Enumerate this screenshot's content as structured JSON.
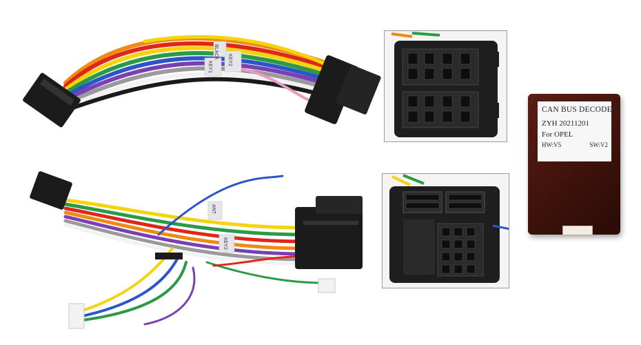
{
  "decoder": {
    "title": "CAN BUS DECODER",
    "code": "ZYH  20211201",
    "model": "For  OPEL",
    "hw": "HW:V5",
    "sw": "SW:V2"
  },
  "harness_top": {
    "tag_left": "BLACK",
    "tag_key1": "KEY1",
    "tag_key2": "KEY2"
  },
  "harness_bottom": {
    "tag_ant": "ANT",
    "tag_key2": "KEY2"
  },
  "colors": {
    "wire_red": "#e0261b",
    "wire_orange": "#f08a12",
    "wire_yellow": "#f6d30f",
    "wire_green": "#2a9a46",
    "wire_blue": "#2c56c8",
    "wire_purple": "#7a3fb2",
    "wire_white": "#f2f2f2",
    "wire_gray": "#9a9a9a",
    "wire_black": "#1a1a1a",
    "connector": "#1b1b1b",
    "decoder_body": "#4a160d"
  }
}
